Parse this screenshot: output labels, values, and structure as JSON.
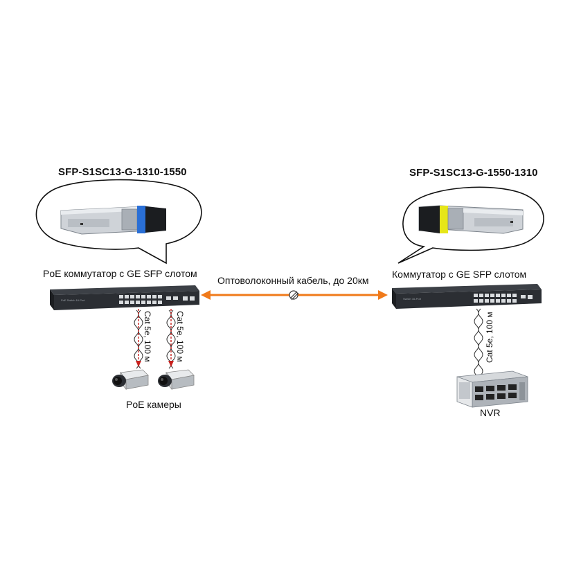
{
  "left": {
    "module_title": "SFP-S1SC13-G-1310-1550",
    "switch_label": "PoE коммутатор с GE SFP слотом",
    "cable_label_1": "Cat 5e, 100 м",
    "cable_label_2": "Cat 5e, 100 м",
    "device_label": "PoE камеры"
  },
  "right": {
    "module_title": "SFP-S1SC13-G-1550-1310",
    "switch_label": "Коммутатор с GE SFP слотом",
    "cable_label": "Cat 5e, 100 м",
    "device_label": "NVR"
  },
  "link": {
    "label": "Оптоволоконный кабель, до 20км"
  },
  "colors": {
    "fiber_arrow": "#f07a1a",
    "poe_arrow": "#c8211e",
    "left_sfp_accent": "#2a6fd6",
    "right_sfp_accent": "#e6e619",
    "switch_body": "#2b2e33"
  }
}
